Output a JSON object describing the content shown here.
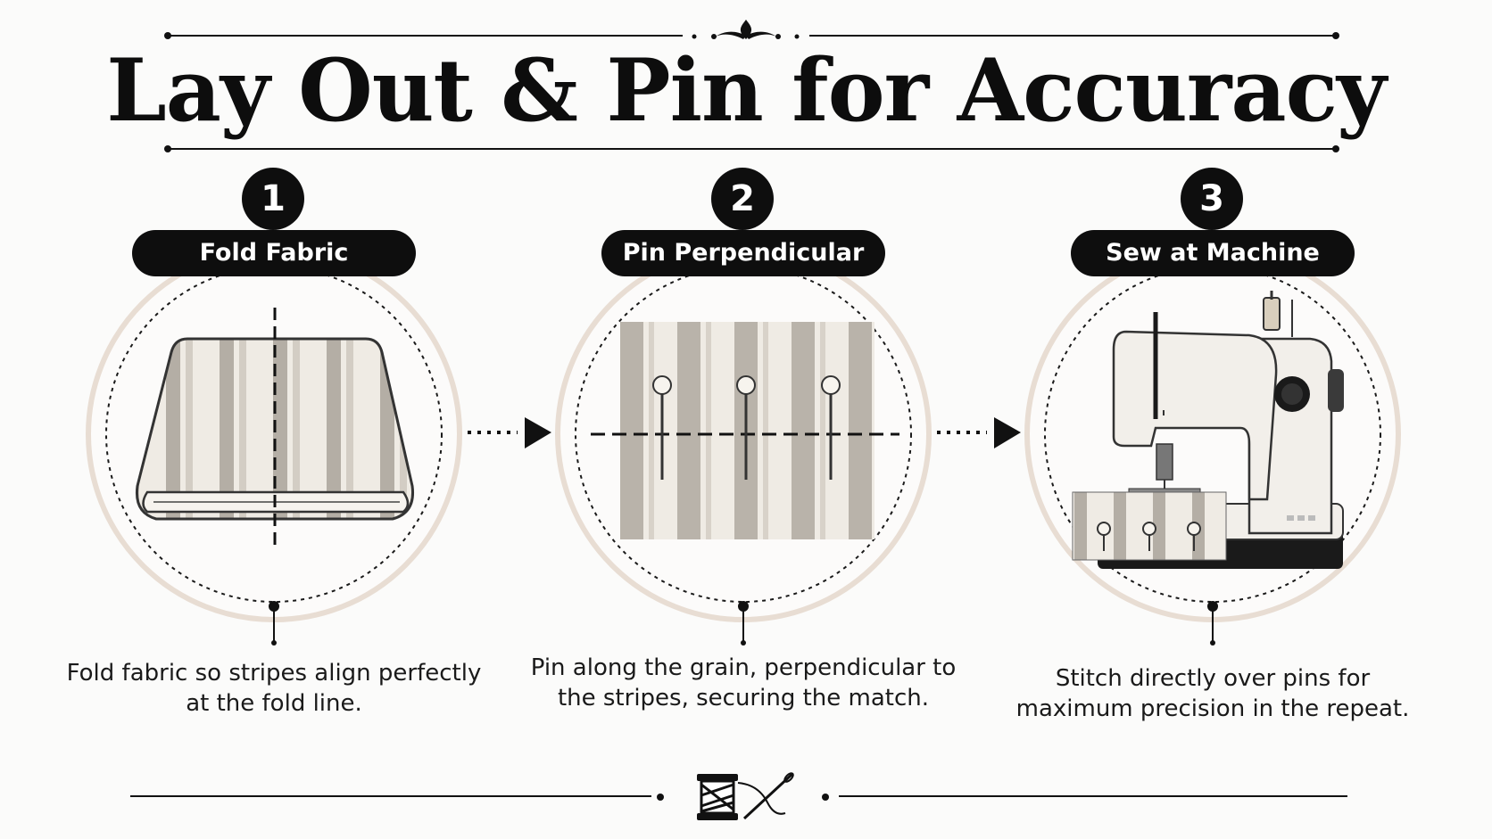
{
  "title": "Lay Out & Pin for Accuracy",
  "steps": [
    {
      "number": "1",
      "label": "Fold Fabric",
      "caption": "Fold fabric so stripes align perfectly at the fold line."
    },
    {
      "number": "2",
      "label": "Pin Perpendicular",
      "caption": "Pin along the grain, perpendicular to the stripes, securing the match."
    },
    {
      "number": "3",
      "label": "Sew at Machine",
      "caption": "Stitch directly over pins for maximum precision in the repeat."
    }
  ],
  "colors": {
    "ink": "#0e0e0e",
    "ring": "#e8ddd3",
    "stripe_dark": "#b4aea5",
    "stripe_light": "#efebe4",
    "machine_body": "#f2efea"
  },
  "icons": [
    "fleuron-ornament-icon",
    "thread-spool-icon",
    "needle-icon",
    "sewing-pin-icon",
    "arrow-right-icon"
  ]
}
